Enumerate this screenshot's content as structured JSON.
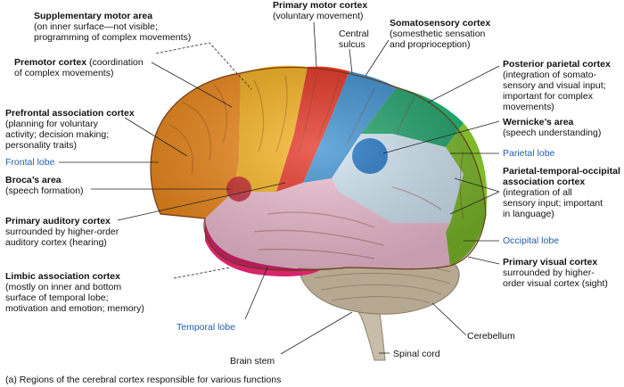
{
  "labels": {
    "supplementary_motor": {
      "title": "Supplementary motor area",
      "desc": [
        "(on inner surface—not visible;",
        "programming of complex movements)"
      ]
    },
    "primary_motor": {
      "title": "Primary motor cortex",
      "desc": [
        "(voluntary movement)"
      ]
    },
    "central_sulcus": {
      "desc": [
        "Central",
        "sulcus"
      ]
    },
    "somatosensory": {
      "title": "Somatosensory cortex",
      "desc": [
        "(somesthetic sensation",
        "and proprioception)"
      ]
    },
    "premotor": {
      "title": "Premotor cortex",
      "title_suffix": " (coordination",
      "desc": [
        "of complex movements)"
      ]
    },
    "posterior_parietal": {
      "title": "Posterior parietal cortex",
      "desc": [
        "(integration of somato-",
        "sensory and visual input;",
        "important for complex",
        "movements)"
      ]
    },
    "prefrontal": {
      "title": "Prefrontal association cortex",
      "desc": [
        "(planning for voluntary",
        "activity; decision making;",
        "personality traits)"
      ]
    },
    "wernicke": {
      "title": "Wernicke’s area",
      "desc": [
        "(speech understanding)"
      ]
    },
    "frontal_lobe": {
      "desc": [
        "Frontal lobe"
      ]
    },
    "parietal_lobe": {
      "desc": [
        "Parietal lobe"
      ]
    },
    "broca": {
      "title": "Broca’s area",
      "desc": [
        "(speech formation)"
      ]
    },
    "ptoa": {
      "title": "Parietal-temporal-occipital",
      "title2": "association cortex",
      "desc": [
        "(integration of all",
        "sensory input; important",
        "in language)"
      ]
    },
    "primary_auditory": {
      "title": "Primary auditory cortex",
      "desc": [
        "surrounded by higher-order",
        "auditory cortex (hearing)"
      ]
    },
    "occipital_lobe": {
      "desc": [
        "Occipital lobe"
      ]
    },
    "primary_visual": {
      "title": "Primary visual cortex",
      "desc": [
        "surrounded by higher-",
        "order visual cortex (sight)"
      ]
    },
    "limbic": {
      "title": "Limbic association cortex",
      "desc": [
        "(mostly on inner and bottom",
        "surface of temporal lobe;",
        "motivation and emotion; memory)"
      ]
    },
    "temporal_lobe": {
      "desc": [
        "Temporal lobe"
      ]
    },
    "cerebellum": {
      "desc": [
        "Cerebellum"
      ]
    },
    "brain_stem": {
      "desc": [
        "Brain stem"
      ]
    },
    "spinal_cord": {
      "desc": [
        "Spinal cord"
      ]
    }
  },
  "caption": "(a)  Regions of the cerebral cortex responsible for various functions",
  "colors": {
    "frontal": "#f08a1a",
    "premotor": "#f7b21c",
    "motor": "#e4301e",
    "somatosensory": "#3a8fd0",
    "posterior_parietal": "#1ea36a",
    "parietal_assoc": "#cfe4f2",
    "wernicke": "#1a6fc0",
    "occipital": "#7dbb2a",
    "temporal": "#f2c0d4",
    "limbic": "#d8246e",
    "cerebellum": "#b7a892",
    "brainstem": "#c8bda8",
    "label_blue": "#1f5fa8"
  }
}
